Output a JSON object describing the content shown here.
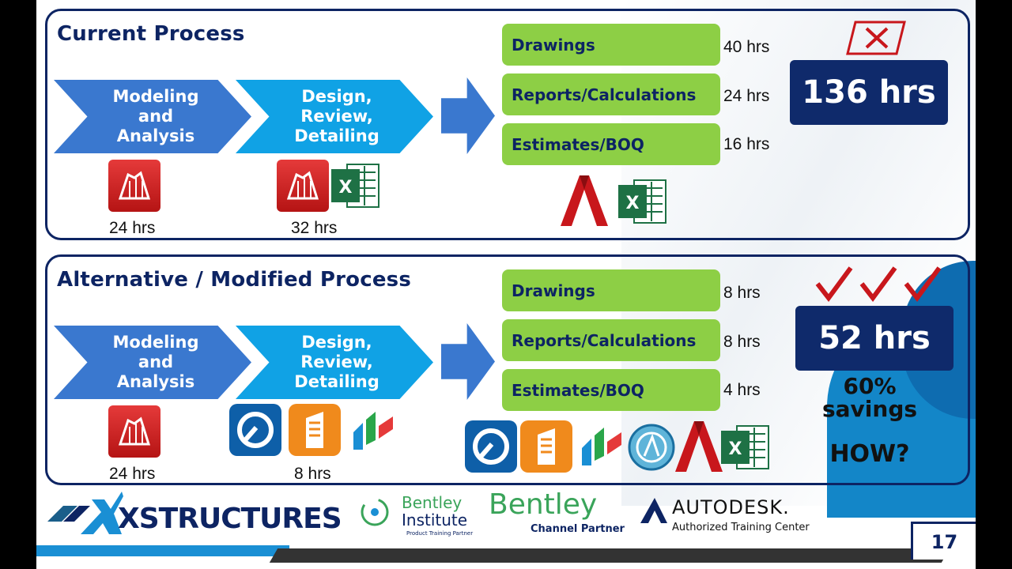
{
  "current": {
    "title": "Current Process",
    "step1": "Modeling\nand\nAnalysis",
    "step2": "Design,\nReview,\nDetailing",
    "step1_hrs": "24 hrs",
    "step2_hrs": "32 hrs",
    "outputs": [
      {
        "label": "Drawings",
        "hrs": "40 hrs"
      },
      {
        "label": "Reports/Calculations",
        "hrs": "24 hrs"
      },
      {
        "label": "Estimates/BOQ",
        "hrs": "16 hrs"
      }
    ],
    "total": "136 hrs"
  },
  "alternative": {
    "title": "Alternative / Modified Process",
    "step1": "Modeling\nand\nAnalysis",
    "step2": "Design,\nReview,\nDetailing",
    "step1_hrs": "24 hrs",
    "step2_hrs": "8 hrs",
    "outputs": [
      {
        "label": "Drawings",
        "hrs": "8 hrs"
      },
      {
        "label": "Reports/Calculations",
        "hrs": "8 hrs"
      },
      {
        "label": "Estimates/BOQ",
        "hrs": "4 hrs"
      }
    ],
    "total": "52 hrs",
    "savings_pct": "60%",
    "savings_word": "savings",
    "how": "HOW?"
  },
  "footer": {
    "xstructures": "XSTRUCTURES",
    "bentley_institute_1": "Bentley",
    "bentley_institute_2": "Institute",
    "bentley_institute_sub": "Product Training Partner",
    "bentley_partner": "Bentley",
    "bentley_partner_sub": "Channel Partner",
    "autodesk": "AUTODESK.",
    "autodesk_sub": "Authorized Training Center",
    "page_number": "17"
  },
  "colors": {
    "navy": "#0d2463",
    "green": "#8dcf45",
    "blue": "#3a78cf",
    "cyan": "#10a2e5",
    "red": "#c8171c"
  },
  "icons": [
    "robot-structural-icon",
    "excel-icon",
    "autocad-icon",
    "staad-pro-icon",
    "rcdc-icon",
    "prokon-icon",
    "analysis-icon",
    "check-icon",
    "cross-icon"
  ]
}
